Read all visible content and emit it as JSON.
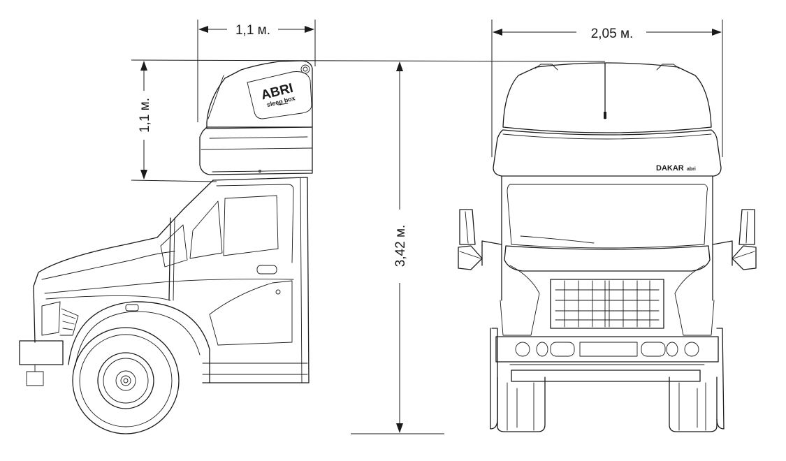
{
  "dimensions": {
    "top_left_width": "1,1 м.",
    "left_height": "1,1 м.",
    "total_height": "3,42 м.",
    "front_width": "2,05 м."
  },
  "sleep_box_logo": {
    "brand": "ABRI",
    "subtitle": "sleep box"
  },
  "front_badge": {
    "brand": "DAKAR",
    "suffix": "abri"
  },
  "colors": {
    "line": "#1a1a1a",
    "background": "#ffffff"
  }
}
